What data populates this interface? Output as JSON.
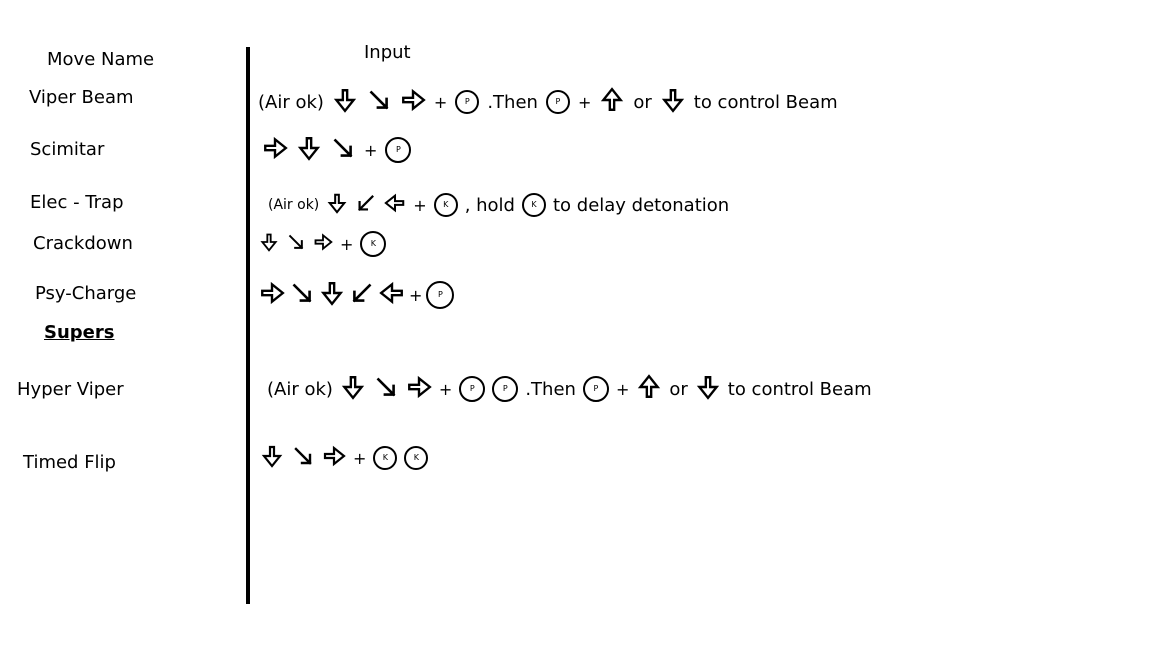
{
  "headers": {
    "move_name": "Move Name",
    "input": "Input"
  },
  "moves": [
    {
      "name": "Viper Beam",
      "kind": "normal"
    },
    {
      "name": "Scimitar",
      "kind": "normal"
    },
    {
      "name": "Elec - Trap",
      "kind": "normal"
    },
    {
      "name": "Crackdown",
      "kind": "normal"
    },
    {
      "name": "Psy-Charge",
      "kind": "normal"
    }
  ],
  "supers_label": "Supers",
  "supers": [
    {
      "name": "Hyper Viper",
      "kind": "super"
    },
    {
      "name": "Timed Flip",
      "kind": "super"
    }
  ],
  "rows": [
    [
      {
        "t": "text",
        "v": "(Air ok)"
      },
      {
        "t": "arrow",
        "dir": "down"
      },
      {
        "t": "arrow",
        "dir": "down-right"
      },
      {
        "t": "arrow",
        "dir": "right"
      },
      {
        "t": "plus",
        "v": "+"
      },
      {
        "t": "btn",
        "v": "P"
      },
      {
        "t": "text",
        "v": ".Then"
      },
      {
        "t": "btn",
        "v": "P"
      },
      {
        "t": "plus",
        "v": "+"
      },
      {
        "t": "arrow",
        "dir": "up"
      },
      {
        "t": "text",
        "v": "or"
      },
      {
        "t": "arrow",
        "dir": "down"
      },
      {
        "t": "text",
        "v": "to control Beam"
      }
    ],
    [
      {
        "t": "arrow",
        "dir": "right"
      },
      {
        "t": "arrow",
        "dir": "down"
      },
      {
        "t": "arrow",
        "dir": "down-right"
      },
      {
        "t": "plus",
        "v": "+"
      },
      {
        "t": "btn",
        "v": "P"
      }
    ],
    [
      {
        "t": "text",
        "v": "(Air ok)",
        "small": true
      },
      {
        "t": "arrow",
        "dir": "down"
      },
      {
        "t": "arrow",
        "dir": "down-left"
      },
      {
        "t": "arrow",
        "dir": "left"
      },
      {
        "t": "plus",
        "v": "+"
      },
      {
        "t": "btn",
        "v": "K"
      },
      {
        "t": "text",
        "v": ", hold"
      },
      {
        "t": "btn",
        "v": "K"
      },
      {
        "t": "text",
        "v": "to delay detonation"
      }
    ],
    [
      {
        "t": "arrow",
        "dir": "down"
      },
      {
        "t": "arrow",
        "dir": "down-right"
      },
      {
        "t": "arrow",
        "dir": "right"
      },
      {
        "t": "plus",
        "v": "+"
      },
      {
        "t": "btn",
        "v": "K"
      }
    ],
    [
      {
        "t": "arrow",
        "dir": "right"
      },
      {
        "t": "arrow",
        "dir": "down-right"
      },
      {
        "t": "arrow",
        "dir": "down"
      },
      {
        "t": "arrow",
        "dir": "down-left"
      },
      {
        "t": "arrow",
        "dir": "left"
      },
      {
        "t": "plus",
        "v": "+"
      },
      {
        "t": "btn",
        "v": "P"
      }
    ],
    [
      {
        "t": "text",
        "v": "(Air ok)"
      },
      {
        "t": "arrow",
        "dir": "down"
      },
      {
        "t": "arrow",
        "dir": "down-right"
      },
      {
        "t": "arrow",
        "dir": "right"
      },
      {
        "t": "plus",
        "v": "+"
      },
      {
        "t": "btn",
        "v": "P"
      },
      {
        "t": "btn",
        "v": "P"
      },
      {
        "t": "text",
        "v": ".Then"
      },
      {
        "t": "btn",
        "v": "P"
      },
      {
        "t": "plus",
        "v": "+"
      },
      {
        "t": "arrow",
        "dir": "up"
      },
      {
        "t": "text",
        "v": "or"
      },
      {
        "t": "arrow",
        "dir": "down"
      },
      {
        "t": "text",
        "v": "to control Beam"
      }
    ],
    [
      {
        "t": "arrow",
        "dir": "down"
      },
      {
        "t": "arrow",
        "dir": "down-right"
      },
      {
        "t": "arrow",
        "dir": "right"
      },
      {
        "t": "plus",
        "v": "+"
      },
      {
        "t": "btn",
        "v": "K"
      },
      {
        "t": "btn",
        "v": "K"
      }
    ]
  ]
}
